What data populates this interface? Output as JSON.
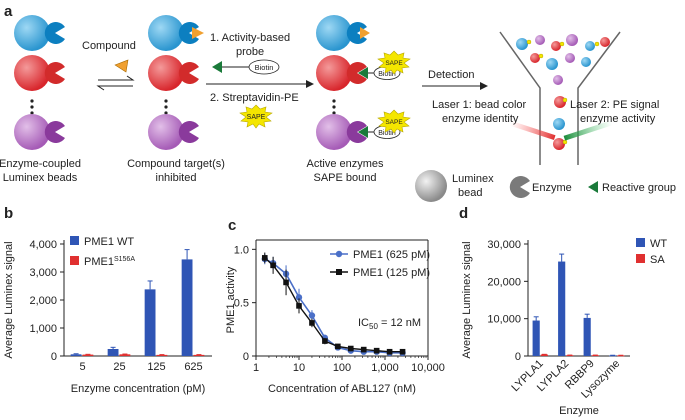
{
  "panel_a": {
    "panel_label": "a",
    "compound_label": "Compound",
    "step1_line1": "1. Activity-based",
    "step1_line2": "probe",
    "biotin": "Biotin",
    "step2": "2. Streptavidin-PE",
    "sape": "SAPE",
    "detection": "Detection",
    "laser1_line1": "Laser 1: bead color",
    "laser1_line2": "enzyme identity",
    "laser2_line1": "Laser 2: PE signal",
    "laser2_line2": "enzyme activity",
    "cap1_line1": "Enzyme-coupled",
    "cap1_line2": "Luminex beads",
    "cap2_line1": "Compound target(s)",
    "cap2_line2": "inhibited",
    "cap3_line1": "Active enzymes",
    "cap3_line2": "SAPE bound",
    "legend_bead_line1": "Luminex",
    "legend_bead_line2": "bead",
    "legend_enzyme": "Enzyme",
    "legend_reactive": "Reactive group",
    "colors": {
      "blue_bead": "#3aa6dc",
      "red_bead": "#e0353b",
      "purple_bead": "#b46cc4",
      "blue_enzyme": "#0c7fc0",
      "red_enzyme": "#d22b2b",
      "purple_enzyme": "#8a3a9c",
      "orange_compound": "#f0a030",
      "green_probe": "#1a7a3a",
      "sape_yellow": "#f4e600"
    }
  },
  "chart_data": [
    {
      "panel_label": "b",
      "type": "bar",
      "ylabel": "Average Luminex signal",
      "xlabel": "Enzyme concentration (pM)",
      "categories": [
        "5",
        "25",
        "125",
        "625"
      ],
      "ylim": [
        0,
        4000
      ],
      "yticks": [
        "0",
        "1,000",
        "2,000",
        "3,000",
        "4,000"
      ],
      "series": [
        {
          "name": "PME1 WT",
          "color": "#2f55b5",
          "values": [
            60,
            250,
            2380,
            3450
          ],
          "errors": [
            20,
            60,
            300,
            350
          ]
        },
        {
          "name_main": "PME1",
          "name_sup": "S156A",
          "color": "#e03030",
          "values": [
            50,
            60,
            40,
            40
          ],
          "errors": [
            10,
            10,
            10,
            10
          ]
        }
      ]
    },
    {
      "panel_label": "c",
      "type": "line",
      "ylabel": "PME1 activity",
      "xlabel": "Concentration of ABL127 (nM)",
      "xscale": "log",
      "xlim": [
        1,
        10000
      ],
      "ylim": [
        0,
        1.05
      ],
      "xticks": [
        "1",
        "10",
        "100",
        "1,000",
        "10,000"
      ],
      "yticks": [
        "0",
        "0.5",
        "1.0"
      ],
      "annotation_main": "IC",
      "annotation_sub": "50",
      "annotation_rest": " = 12 nM",
      "series": [
        {
          "name": "PME1 (625 pM)",
          "color": "#4a6fc8",
          "marker": "circle",
          "x": [
            1.6,
            2.5,
            5,
            10,
            20,
            40,
            80,
            160,
            320,
            640,
            1280,
            2560
          ],
          "y": [
            0.91,
            0.87,
            0.77,
            0.55,
            0.38,
            0.17,
            0.08,
            0.05,
            0.04,
            0.04,
            0.03,
            0.03
          ],
          "errors": [
            0.05,
            0.06,
            0.08,
            0.08,
            0.05,
            0.03,
            0.02,
            0.02,
            0.02,
            0.02,
            0.02,
            0.02
          ]
        },
        {
          "name": "PME1 (125 pM)",
          "color": "#111111",
          "marker": "square",
          "x": [
            1.6,
            2.5,
            5,
            10,
            20,
            40,
            80,
            160,
            320,
            640,
            1280,
            2560
          ],
          "y": [
            0.92,
            0.85,
            0.69,
            0.47,
            0.31,
            0.14,
            0.09,
            0.07,
            0.06,
            0.05,
            0.04,
            0.04
          ],
          "errors": [
            0.05,
            0.08,
            0.12,
            0.07,
            0.04,
            0.03,
            0.02,
            0.02,
            0.02,
            0.02,
            0.02,
            0.02
          ]
        }
      ]
    },
    {
      "panel_label": "d",
      "type": "bar",
      "ylabel": "Average Luminex signal",
      "xlabel": "Enzyme",
      "categories": [
        "LYPLA1",
        "LYPLA2",
        "RBBP9",
        "Lysozyme"
      ],
      "ylim": [
        0,
        30000
      ],
      "yticks": [
        "0",
        "10,000",
        "20,000",
        "30,000"
      ],
      "series": [
        {
          "name": "WT",
          "color": "#2f55b5",
          "values": [
            9500,
            25300,
            10200,
            150
          ],
          "errors": [
            1000,
            2000,
            1000,
            50
          ]
        },
        {
          "name": "SA",
          "color": "#e03030",
          "values": [
            400,
            200,
            200,
            150
          ],
          "errors": [
            50,
            50,
            50,
            50
          ]
        }
      ]
    }
  ]
}
